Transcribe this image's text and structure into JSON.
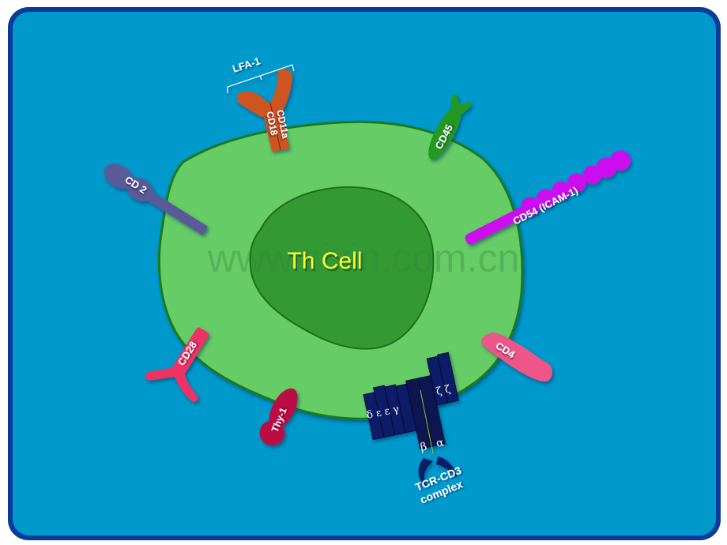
{
  "diagram": {
    "title": "Th Cell",
    "watermark": "www.zixin.com.cn",
    "colors": {
      "background": "#0099cc",
      "frame": "#0a3a9a",
      "cytoplasm": "#66cc66",
      "membrane": "#1a7a1a",
      "nucleus": "#339933",
      "title_text": "#ffff33"
    },
    "molecules": [
      {
        "id": "lfa1",
        "label_top": "LFA-1",
        "chains": [
          "CD11a",
          "CD18"
        ],
        "color": "#cc5522"
      },
      {
        "id": "cd45",
        "label": "CD45",
        "color": "#229922"
      },
      {
        "id": "cd54",
        "label": "CD54 (ICAM-1)",
        "color": "#cc11ee"
      },
      {
        "id": "cd2",
        "label": "CD 2",
        "color": "#5a5a99"
      },
      {
        "id": "cd28",
        "label": "CD28",
        "color": "#ee3366"
      },
      {
        "id": "thy1",
        "label": "Thy-1",
        "color": "#bb1144"
      },
      {
        "id": "cd4",
        "label": "CD4",
        "color": "#ee5588"
      },
      {
        "id": "tcr",
        "label_line1": "TCR-CD3",
        "label_line2": "complex",
        "color": "#0a1a66",
        "cd3_chains": "δ ε ε γ",
        "zeta_chains": "ζ ζ",
        "beta": "β",
        "alpha": "α"
      }
    ]
  }
}
